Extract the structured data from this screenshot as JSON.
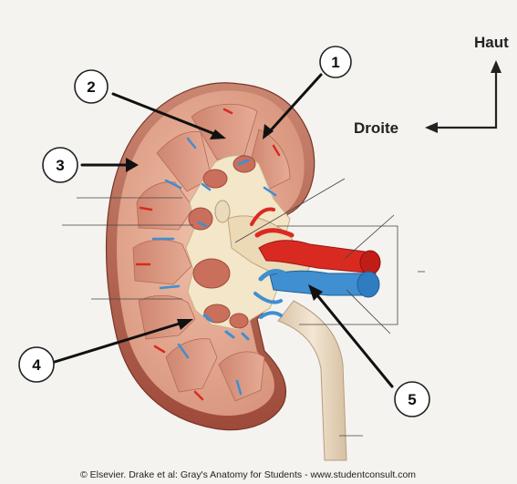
{
  "orientation": {
    "up_label": "Haut",
    "right_label": "Droite"
  },
  "callouts": [
    "1",
    "2",
    "3",
    "4",
    "5"
  ],
  "credit": "© Elsevier. Drake et al: Gray's Anatomy for Students - www.studentconsult.com",
  "colors": {
    "background": "#f4f3ef",
    "capsule": "#c97d68",
    "cortex": "#e4aa92",
    "pyramid": "#d99480",
    "sinus": "#f3e6c9",
    "artery": "#d92a22",
    "vein": "#3f8fd1",
    "ureter": "#e9d8c0"
  }
}
